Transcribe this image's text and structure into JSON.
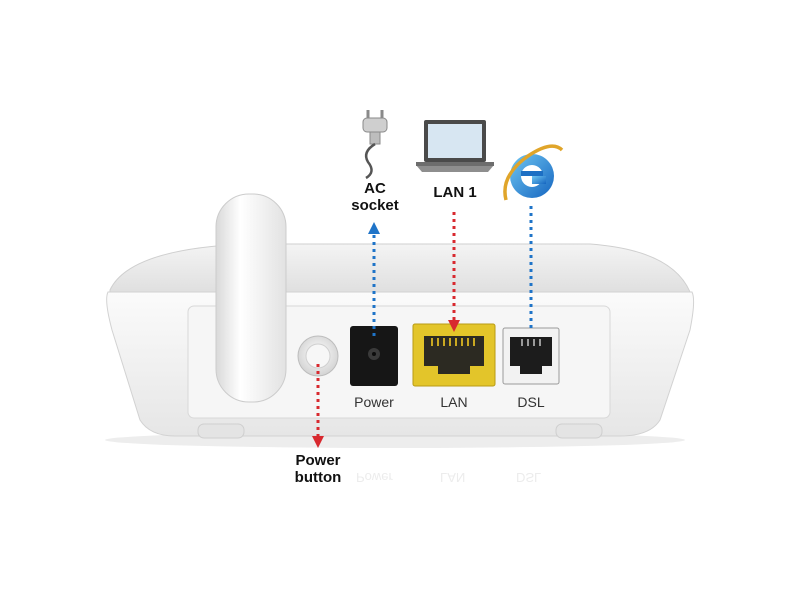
{
  "labels": {
    "ac_socket": [
      "AC",
      "socket"
    ],
    "lan1": "LAN 1",
    "power_button": [
      "Power",
      "button"
    ]
  },
  "ports": {
    "power": "Power",
    "lan": "LAN",
    "dsl": "DSL"
  },
  "colors": {
    "background": "#ffffff",
    "device_body": "#f1f1f1",
    "lan_port": "#e3c52a",
    "arrow_blue": "#1f74c8",
    "arrow_red": "#d8292f"
  },
  "icons": [
    "power-plug-icon",
    "laptop-icon",
    "internet-explorer-icon"
  ]
}
